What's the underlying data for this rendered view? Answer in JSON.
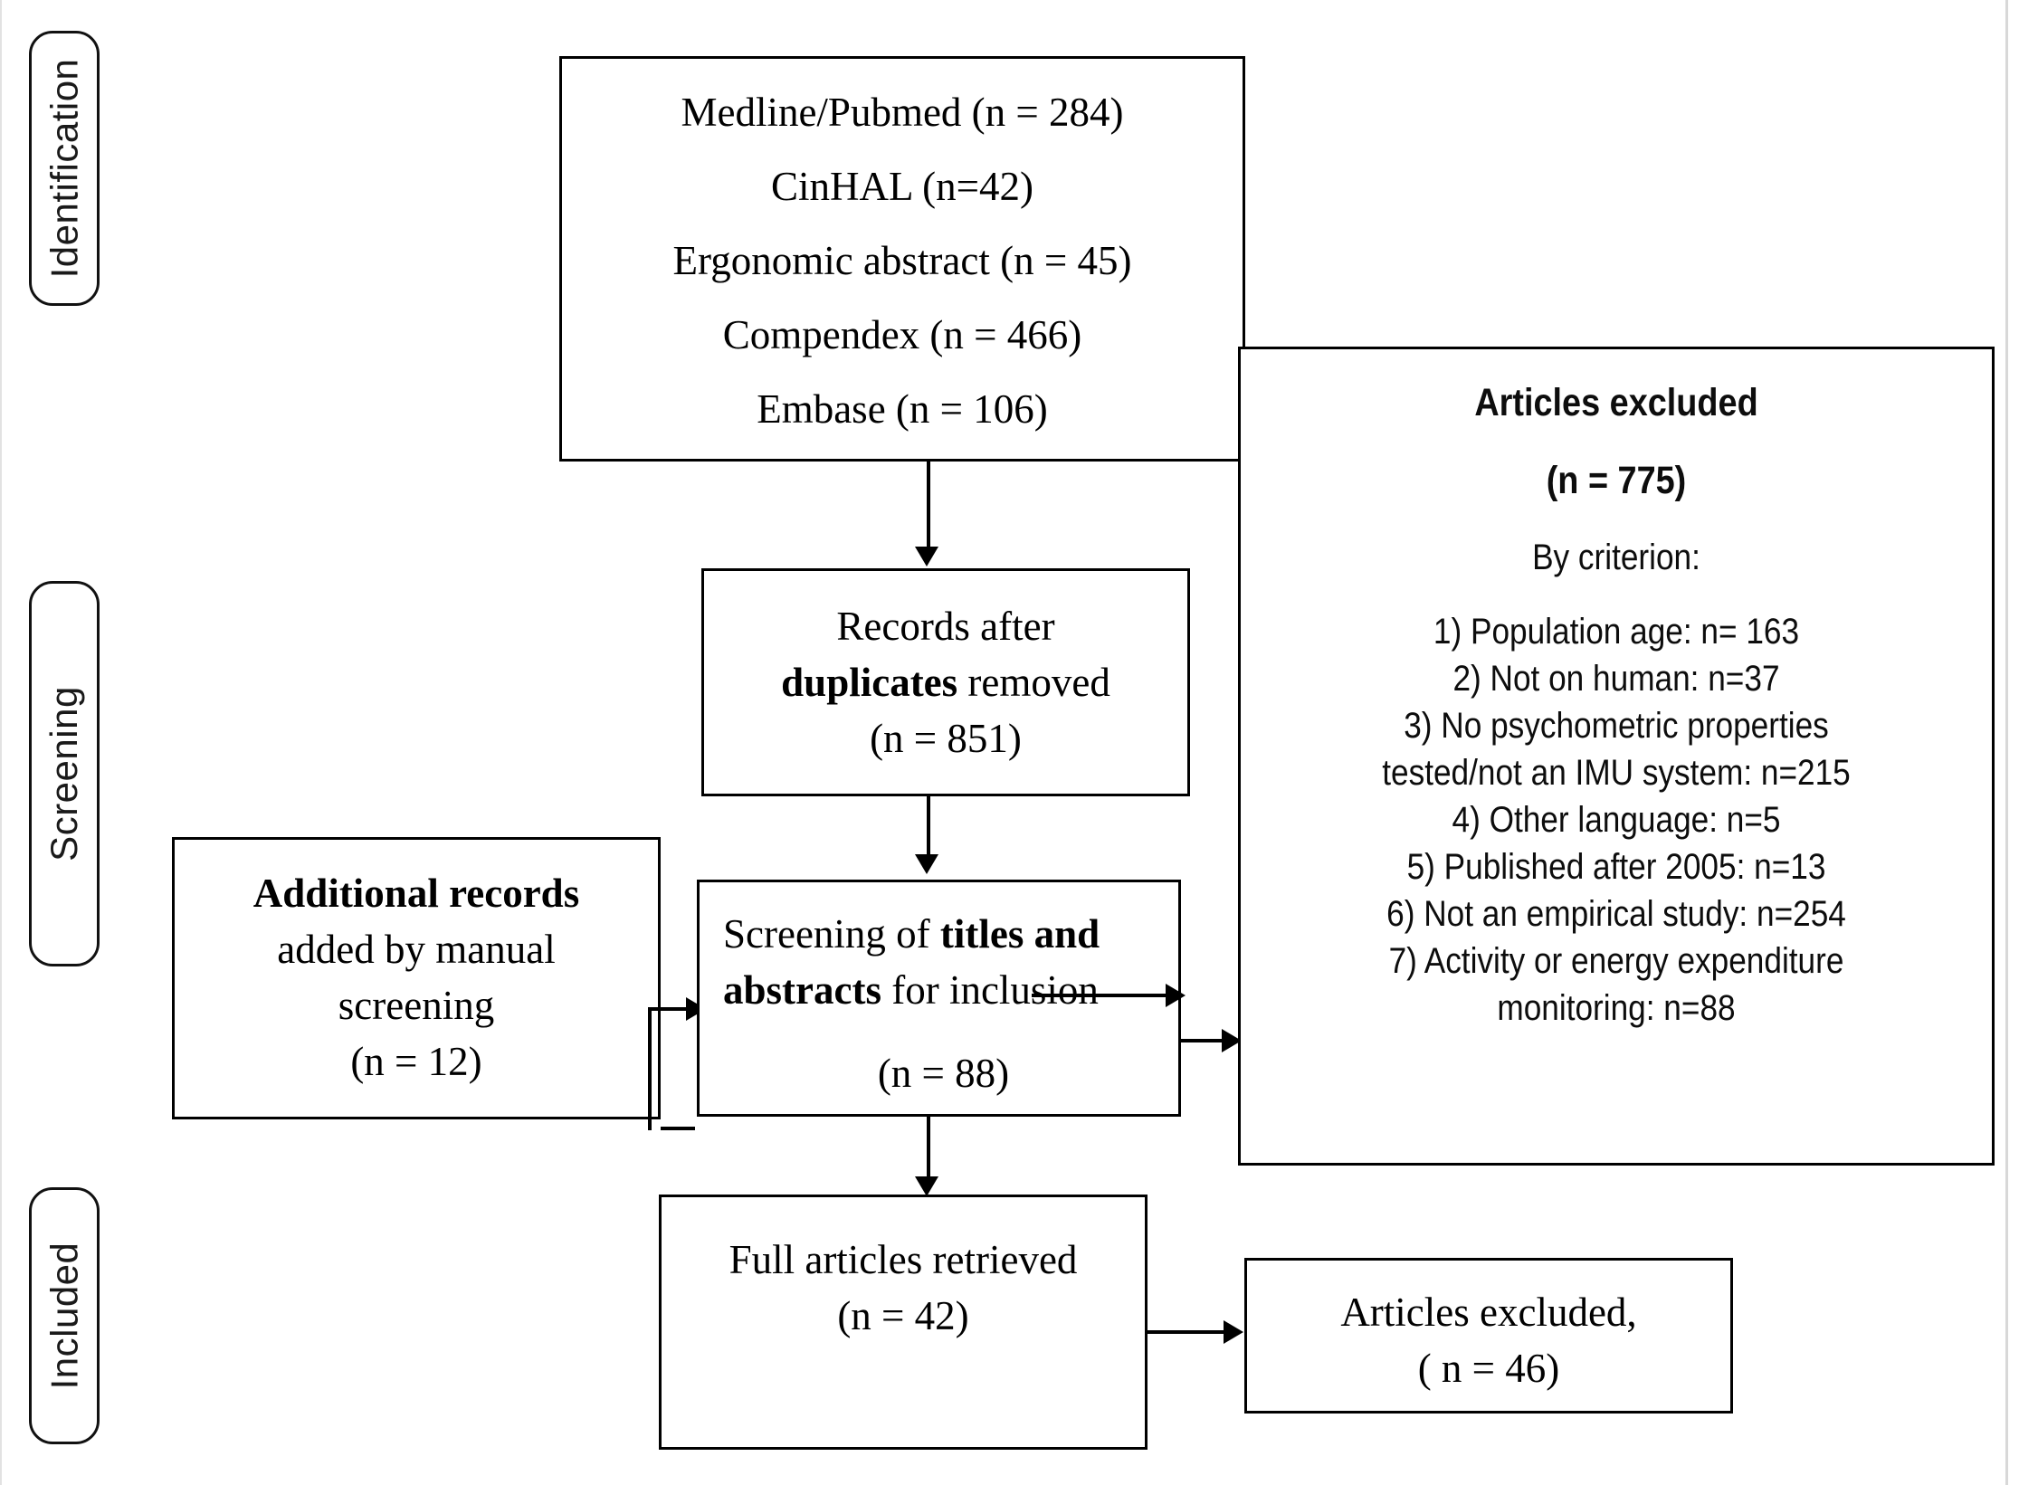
{
  "diagram": {
    "title": "PRISMA study selection flow diagram",
    "stages": [
      {
        "id": "identification",
        "label": "Identification"
      },
      {
        "id": "screening",
        "label": "Screening"
      },
      {
        "id": "included",
        "label": "Included"
      }
    ],
    "boxes": {
      "sources": {
        "name": "database-sources-box",
        "lines": [
          "Medline/Pubmed (n = 284)",
          "CinHAL (n=42)",
          "Ergonomic abstract (n = 45)",
          "Compendex (n = 466)",
          "Embase (n = 106)"
        ]
      },
      "duplicates_removed": {
        "name": "records-after-duplicates-box",
        "line1_pre": "Records after",
        "line2_bold": "duplicates",
        "line2_post": " removed",
        "count": "(n = 851)"
      },
      "additional_records": {
        "name": "additional-records-box",
        "line1_bold": "Additional records",
        "line2": "added by manual",
        "line3": "screening",
        "count": "(n = 12)"
      },
      "title_abstract_screening": {
        "name": "title-abstract-screening-box",
        "line1_pre": "Screening of ",
        "line1_bold": "titles and",
        "line2_bold": "abstracts",
        "line2_post": " for inclusion",
        "count": "(n = 88)"
      },
      "articles_excluded_main": {
        "name": "articles-excluded-criteria-box",
        "heading": "Articles excluded",
        "count": "(n = 775)",
        "subheading": "By criterion:",
        "criteria": [
          "1) Population age: n= 163",
          "2) Not on human: n=37",
          "3) No psychometric properties",
          "tested/not an IMU system: n=215",
          "4) Other language: n=5",
          "5) Published after 2005: n=13",
          "6) Not an empirical study: n=254",
          "7) Activity or energy expenditure",
          "monitoring: n=88"
        ]
      },
      "full_articles": {
        "name": "full-articles-retrieved-box",
        "line1": "Full articles retrieved",
        "count": "(n = 42)"
      },
      "articles_excluded_full": {
        "name": "articles-excluded-fulltext-box",
        "line1": "Articles excluded,",
        "count": "( n = 46)"
      }
    },
    "colors": {
      "stroke": "#000000",
      "background": "#ffffff",
      "text": "#000000"
    }
  }
}
